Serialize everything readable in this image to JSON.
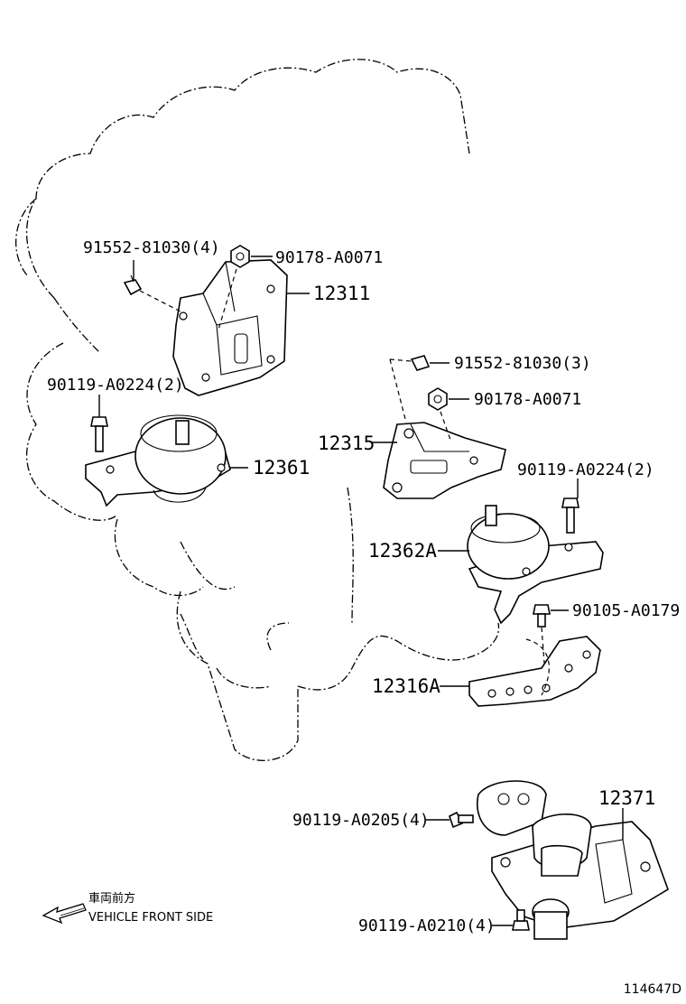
{
  "parts": {
    "bolt_91552_81030_4": "91552-81030(4)",
    "nut_90178_a0071_top": "90178-A0071",
    "bracket_12311": "12311",
    "bolt_90119_a0224_2_left": "90119-A0224(2)",
    "insulator_12361": "12361",
    "bolt_91552_81030_3": "91552-81030(3)",
    "nut_90178_a0071_mid": "90178-A0071",
    "bracket_12315": "12315",
    "bolt_90119_a0224_2_right": "90119-A0224(2)",
    "insulator_12362a": "12362A",
    "bolt_90105_a0179": "90105-A0179",
    "bracket_12316a": "12316A",
    "insulator_12371": "12371",
    "bolt_90119_a0205_4": "90119-A0205(4)",
    "bolt_90119_a0210_4": "90119-A0210(4)"
  },
  "direction": {
    "label_jp": "車両前方",
    "label_en": "VEHICLE FRONT SIDE"
  },
  "illustration_number": "114647D"
}
